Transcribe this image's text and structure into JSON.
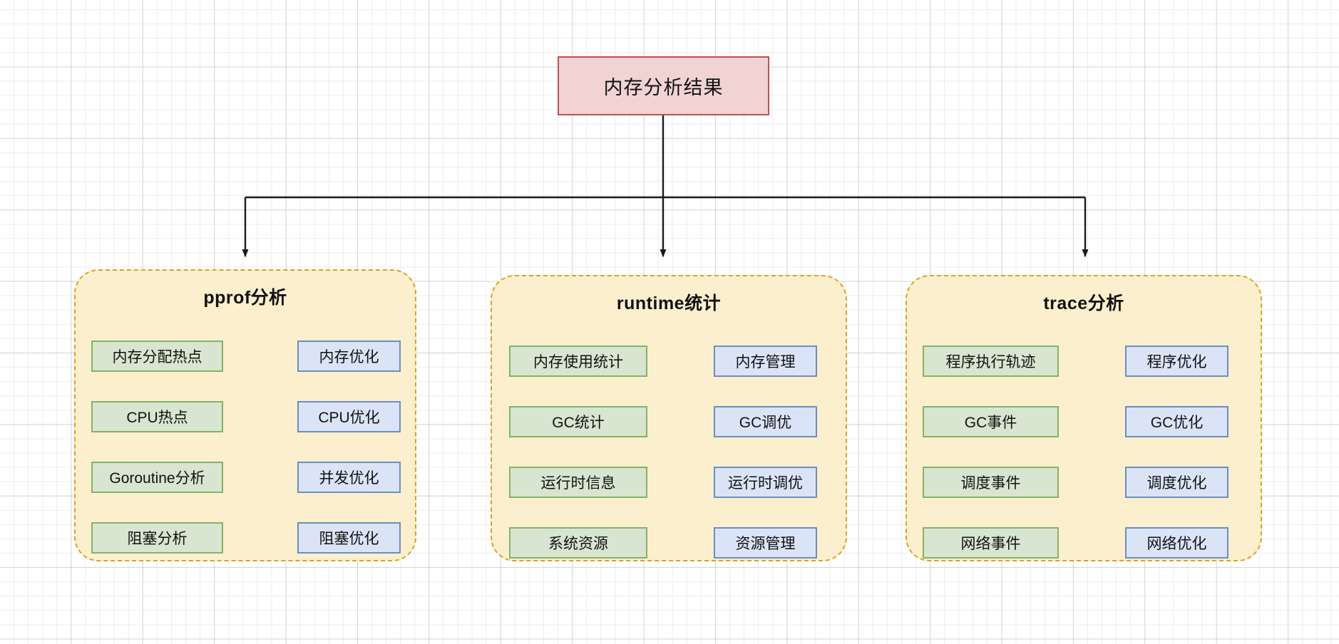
{
  "diagram": {
    "root": {
      "label": "内存分析结果",
      "fill": "#f2d3d3",
      "stroke": "#b85450"
    },
    "colors": {
      "group_fill": "#fcefcd",
      "group_stroke": "#d6a429",
      "source_fill": "#d8e5d0",
      "source_stroke": "#82b366",
      "target_fill": "#dbe4f7",
      "target_stroke": "#6c8ebf",
      "edge": "#1a1a1a",
      "grid": "#c8c8c8"
    },
    "groups": [
      {
        "title": "pprof分析",
        "pairs": [
          {
            "source": "内存分配热点",
            "target": "内存优化"
          },
          {
            "source": "CPU热点",
            "target": "CPU优化"
          },
          {
            "source": "Goroutine分析",
            "target": "并发优化"
          },
          {
            "source": "阻塞分析",
            "target": "阻塞优化"
          }
        ]
      },
      {
        "title": "runtime统计",
        "pairs": [
          {
            "source": "内存使用统计",
            "target": "内存管理"
          },
          {
            "source": "GC统计",
            "target": "GC调优"
          },
          {
            "source": "运行时信息",
            "target": "运行时调优"
          },
          {
            "source": "系统资源",
            "target": "资源管理"
          }
        ]
      },
      {
        "title": "trace分析",
        "pairs": [
          {
            "source": "程序执行轨迹",
            "target": "程序优化"
          },
          {
            "source": "GC事件",
            "target": "GC优化"
          },
          {
            "source": "调度事件",
            "target": "调度优化"
          },
          {
            "source": "网络事件",
            "target": "网络优化"
          }
        ]
      }
    ]
  }
}
